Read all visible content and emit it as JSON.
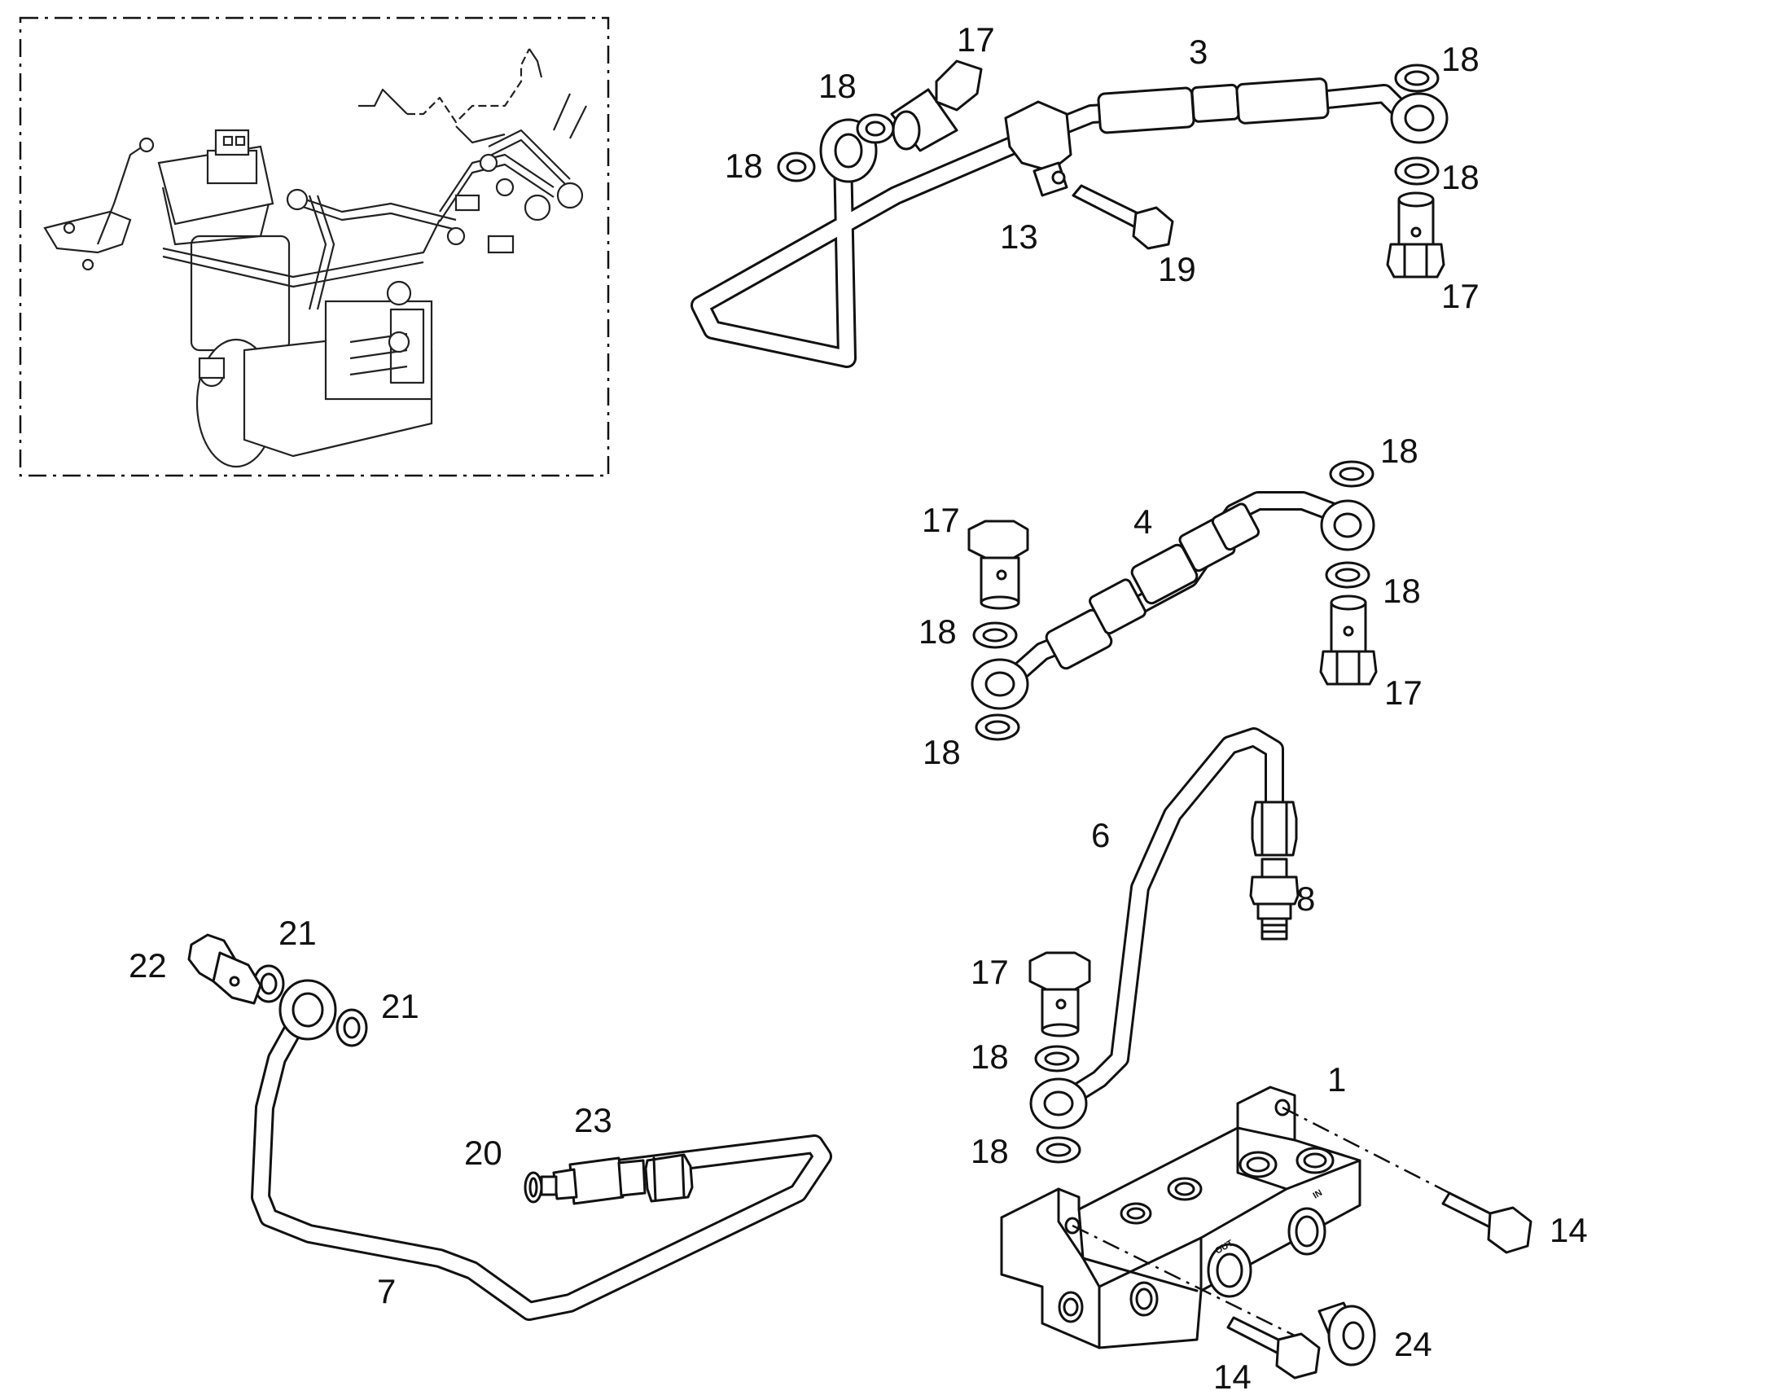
{
  "diagram": {
    "labels": {
      "l1": "1",
      "l3": "3",
      "l4": "4",
      "l6": "6",
      "l7": "7",
      "l8": "8",
      "l13": "13",
      "l14a": "14",
      "l14b": "14",
      "l17a": "17",
      "l17b": "17",
      "l17c": "17",
      "l17d": "17",
      "l17e": "17",
      "l18a": "18",
      "l18b": "18",
      "l18c": "18",
      "l18d": "18",
      "l18e": "18",
      "l18f": "18",
      "l18g": "18",
      "l18h": "18",
      "l18i": "18",
      "l18j": "18",
      "l19": "19",
      "l20": "20",
      "l21a": "21",
      "l21b": "21",
      "l22": "22",
      "l23": "23",
      "l24": "24"
    },
    "block_markings": {
      "in": "IN",
      "out": "OUT"
    }
  }
}
